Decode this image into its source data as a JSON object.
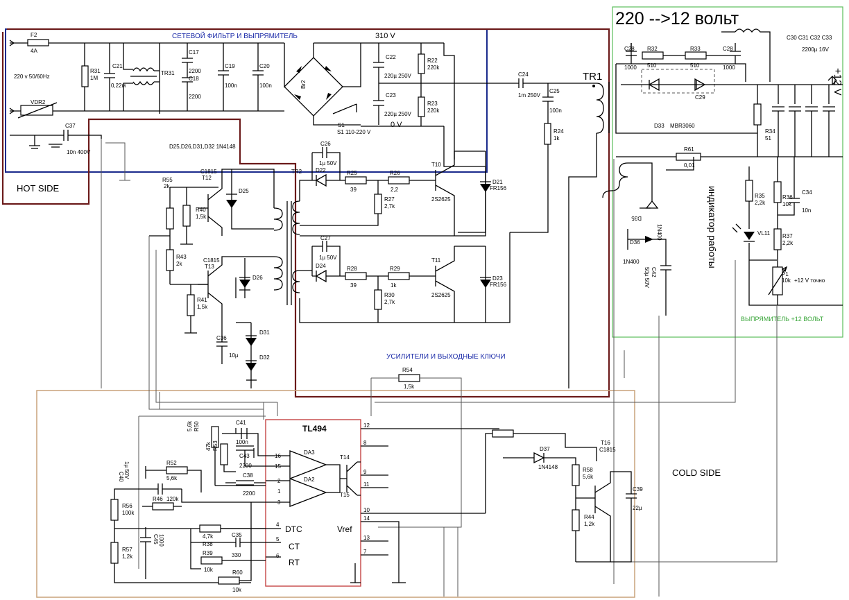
{
  "blocks": {
    "title_top": "220 -->12 вольт",
    "filter": "СЕТЕВОЙ ФИЛЬТР И ВЫПРЯМИТЕЛЬ",
    "amps": "УСИЛИТЕЛИ И ВЫХОДНЫЕ КЛЮЧИ",
    "rect12": "ВЫПРЯМИТЕЛЬ +12 ВОЛЬТ",
    "indicator": "индикатор работы",
    "hot": "HOT SIDE",
    "cold": "COLD SIDE",
    "plus12": "+12 V",
    "v310": "310 V",
    "v0": "0 V",
    "tr1": "TR1",
    "tl494": "TL494",
    "dtc": "DTC",
    "ct": "CT",
    "rt": "RT",
    "vref": "Vref"
  },
  "labels": {
    "F2": "F2",
    "F2v": "4A",
    "mains": "220 v 50/60Hz",
    "R31": "R31",
    "R31v": "1M",
    "C21": "C21",
    "C21v": "0,22м",
    "TR31": "TR31",
    "C17": "C17",
    "C17v": "2200",
    "C18": "C18",
    "C18v": "2200",
    "C19": "C19",
    "C19v": "100n",
    "C20": "C20",
    "C20v": "100n",
    "Br2": "Br2",
    "C22": "C22",
    "C22v": "220µ 250V",
    "C23": "C23",
    "C23v": "220µ 250V",
    "R22": "R22",
    "R22v": "220k",
    "R23": "R23",
    "R23v": "220k",
    "S1": "S1",
    "S1v": "S1 110-220 V",
    "VDR2": "VDR2",
    "C37": "C37",
    "C37v": "10n 400V",
    "Dlist": "D25,D26,D31,D32 1N4148",
    "C24": "C24",
    "C24v": "1m 250V",
    "C25": "C25",
    "C25v": "100n",
    "R24": "R24",
    "R24v": "1k",
    "C26": "C26",
    "C26v": "1µ 50V",
    "D22": "D22",
    "R25": "R25",
    "R25v": "39",
    "R26": "R26",
    "R26v": "2,2",
    "R27": "R27",
    "R27v": "2,7k",
    "T10": "T10",
    "T10v": "2S2625",
    "D21": "D21",
    "D21v": "FR156",
    "C27": "C27",
    "C27v": "1µ 50V",
    "D24": "D24",
    "R28": "R28",
    "R28v": "39",
    "R29": "R29",
    "R29v": "1k",
    "R30": "R30",
    "R30v": "2,7k",
    "T11": "T11",
    "T11v": "2S2625",
    "D23": "D23",
    "D23v": "FR156",
    "TR2": "TR2",
    "R55": "R55",
    "R55v": "2k",
    "T12": "T12",
    "T12t": "C1815",
    "D25": "D25",
    "R40": "R40",
    "R40v": "1,5k",
    "R43": "R43",
    "R43v": "2k",
    "T13": "T13",
    "T13t": "C1815",
    "D26": "D26",
    "R41": "R41",
    "R41v": "1,5k",
    "C36": "C36",
    "C36v": "10µ",
    "D31": "D31",
    "D32": "D32",
    "C28a": "C28",
    "C28av": "1000",
    "R32": "R32",
    "R32v": "510",
    "R33": "R33",
    "R33v": "510",
    "C28b": "C28",
    "C28bv": "1000",
    "C29": "C29",
    "D33": "D33",
    "D33v": "MBR3060",
    "C30s": "C30  C31  C32  C33",
    "C30v": "2200µ 16V",
    "R34": "R34",
    "R34v": "51",
    "R61": "R61",
    "R61v": "0,01",
    "D35": "D35",
    "D35v": "1N400",
    "D36": "D36",
    "D36v": "1N400",
    "C42": "C42",
    "C42v": "50µ 50V",
    "R35": "R35",
    "R35v": "2,2k",
    "R36": "R36",
    "R36v": "10k",
    "C34": "C34",
    "C34v": "10n",
    "VL11": "VL11",
    "R37": "R37",
    "R37v": "2,2k",
    "P1": "P1",
    "P1v": "10k",
    "P1n": "+12 V точно",
    "R54": "R54",
    "R54v": "1,5k",
    "C41": "C41",
    "C41v": "100n",
    "R50": "R50",
    "R50v": "5,6k",
    "R53": "R53",
    "R53v": "47k",
    "C43": "C43",
    "C43v": "2200",
    "C38": "C38",
    "C38v": "2200",
    "R52": "R52",
    "R52v": "5,6k",
    "C40": "C40",
    "C40v": "1µ 50V",
    "R46": "R46",
    "R46v": "120k",
    "R56": "R56",
    "R56v": "100k",
    "R57": "R57",
    "R57v": "1,2k",
    "C45": "C45",
    "C45v": "1000",
    "R38": "R38",
    "R38v": "4,7k",
    "C35": "C35",
    "C35v": "330",
    "R39": "R39",
    "R39v": "10k",
    "R60": "R60",
    "R60v": "10k",
    "DA3": "DA3",
    "DA2": "DA2",
    "T14": "T14",
    "T15": "T15",
    "D37": "D37",
    "D37v": "1N4148",
    "T16": "T16",
    "T16t": "C1815",
    "R58": "R58",
    "R58v": "5,6k",
    "R44": "R44",
    "R44v": "1,2k",
    "C39": "C39",
    "C39v": "22µ"
  },
  "pins": {
    "p16": "16",
    "p15": "15",
    "p2": "2",
    "p1": "1",
    "p3": "3",
    "p4": "4",
    "p5": "5",
    "p6": "6",
    "p12": "12",
    "p8": "8",
    "p9": "9",
    "p11": "11",
    "p10": "10",
    "p14": "14",
    "p13": "13",
    "p7": "7"
  },
  "colors": {
    "hot_border": "#6b1a1a",
    "filter_border": "#1a2a8c",
    "cold_border": "#c9a27a",
    "rect_border": "#5bbf5b",
    "filter_text": "#1a2aa8",
    "rect_text": "#3aa63a"
  }
}
